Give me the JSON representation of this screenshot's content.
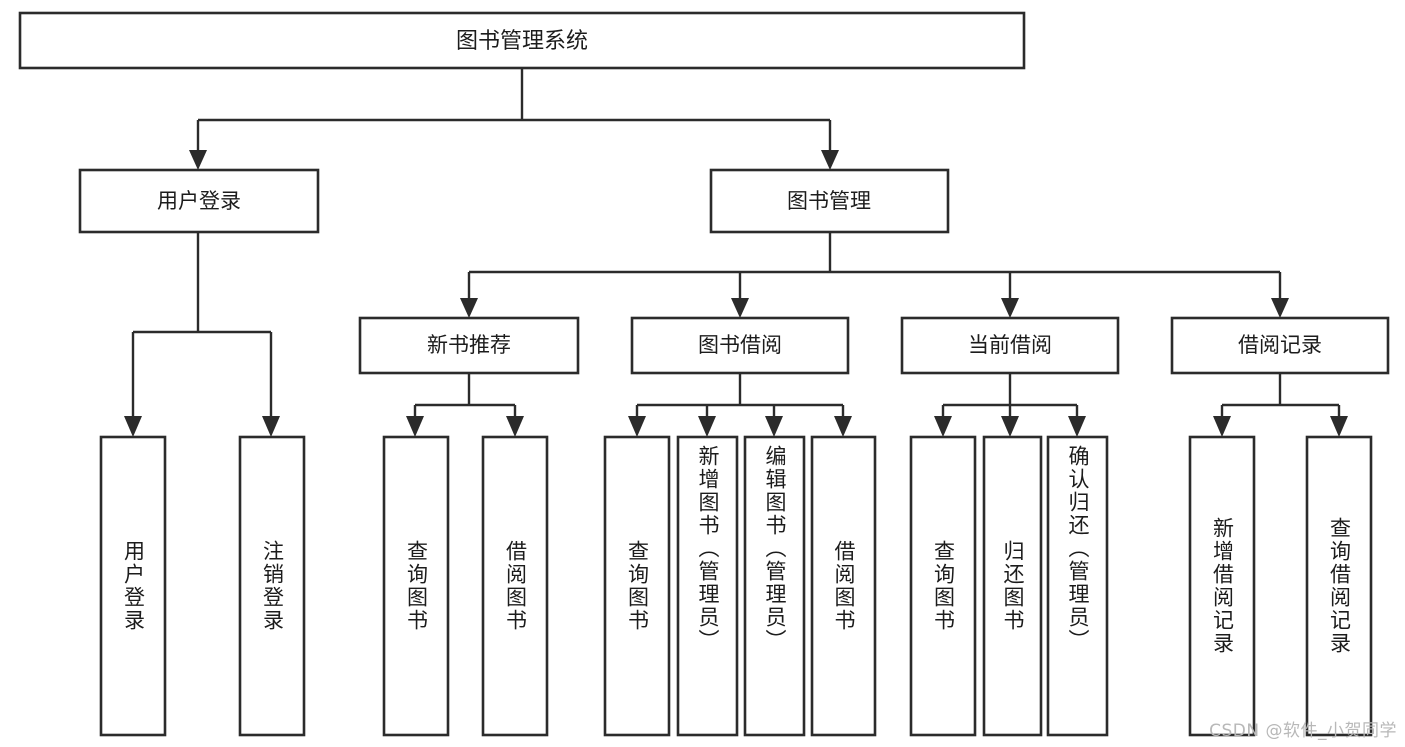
{
  "diagram": {
    "title": "图书管理系统",
    "type": "tree-hierarchy",
    "watermark": "CSDN @软件_小贺同学",
    "colors": {
      "background": "#ffffff",
      "box_fill": "#ffffff",
      "box_stroke": "#2b2b2b",
      "connector": "#2b2b2b",
      "text": "#1c1c1c",
      "watermark": "#b8b8b8"
    },
    "root": {
      "label": "图书管理系统"
    },
    "level2": [
      {
        "label": "用户登录"
      },
      {
        "label": "图书管理"
      }
    ],
    "level3": [
      {
        "label": "新书推荐"
      },
      {
        "label": "图书借阅"
      },
      {
        "label": "当前借阅"
      },
      {
        "label": "借阅记录"
      }
    ],
    "leaves": {
      "user_login": [
        {
          "label": "用户登录"
        },
        {
          "label": "注销登录"
        }
      ],
      "new_book_recommend": [
        {
          "label": "查询图书"
        },
        {
          "label": "借阅图书"
        }
      ],
      "book_borrow": [
        {
          "label": "查询图书"
        },
        {
          "label": "新增图书（管理员）"
        },
        {
          "label": "编辑图书（管理员）"
        },
        {
          "label": "借阅图书"
        }
      ],
      "current_borrow": [
        {
          "label": "查询图书"
        },
        {
          "label": "归还图书"
        },
        {
          "label": "确认归还（管理员）"
        }
      ],
      "borrow_record": [
        {
          "label": "新增借阅记录"
        },
        {
          "label": "查询借阅记录"
        }
      ]
    }
  }
}
